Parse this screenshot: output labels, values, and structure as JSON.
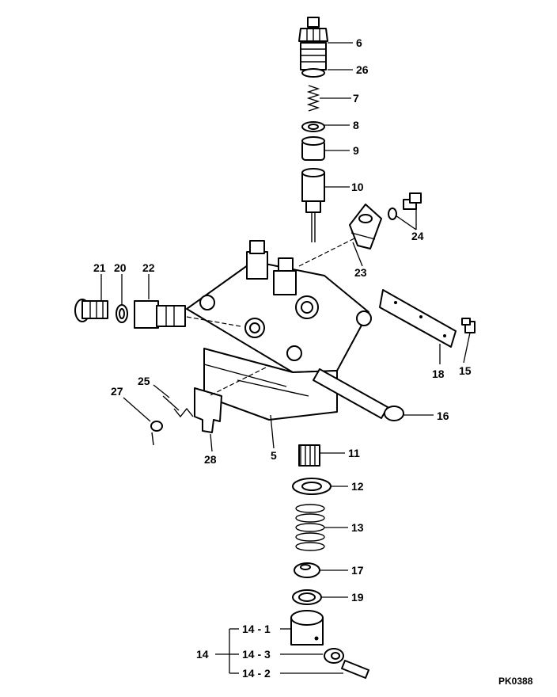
{
  "diagram": {
    "code": "PK0388",
    "part_numbers": {
      "p6": "6",
      "p26": "26",
      "p7": "7",
      "p8": "8",
      "p9": "9",
      "p10": "10",
      "p24": "24",
      "p23": "23",
      "p21": "21",
      "p20": "20",
      "p22": "22",
      "p18": "18",
      "p15": "15",
      "p25": "25",
      "p27": "27",
      "p28": "28",
      "p5": "5",
      "p16": "16",
      "p11": "11",
      "p12": "12",
      "p13": "13",
      "p17": "17",
      "p19": "19",
      "p14": "14",
      "p14_1": "14 - 1",
      "p14_3": "14 - 3",
      "p14_2": "14 - 2"
    }
  }
}
